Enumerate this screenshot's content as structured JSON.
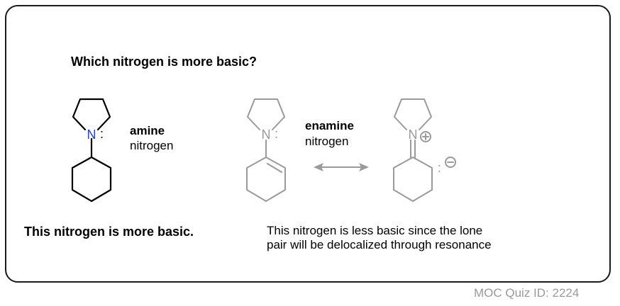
{
  "question": "Which nitrogen is more basic?",
  "amine_label": {
    "title": "amine",
    "subtitle": "nitrogen"
  },
  "enamine_label": {
    "title": "enamine",
    "subtitle": "nitrogen"
  },
  "conclusion": "This nitrogen is more basic.",
  "explanation": "This nitrogen is less basic since the lone pair will be delocalized through resonance",
  "footer": "MOC Quiz ID: 2224",
  "atoms": {
    "nitrogen": "N",
    "lone_pair": ":"
  },
  "colors": {
    "nitrogen_highlight": "#1a3fff",
    "faded": "#9a9a9a",
    "border": "#1a1a1a"
  }
}
